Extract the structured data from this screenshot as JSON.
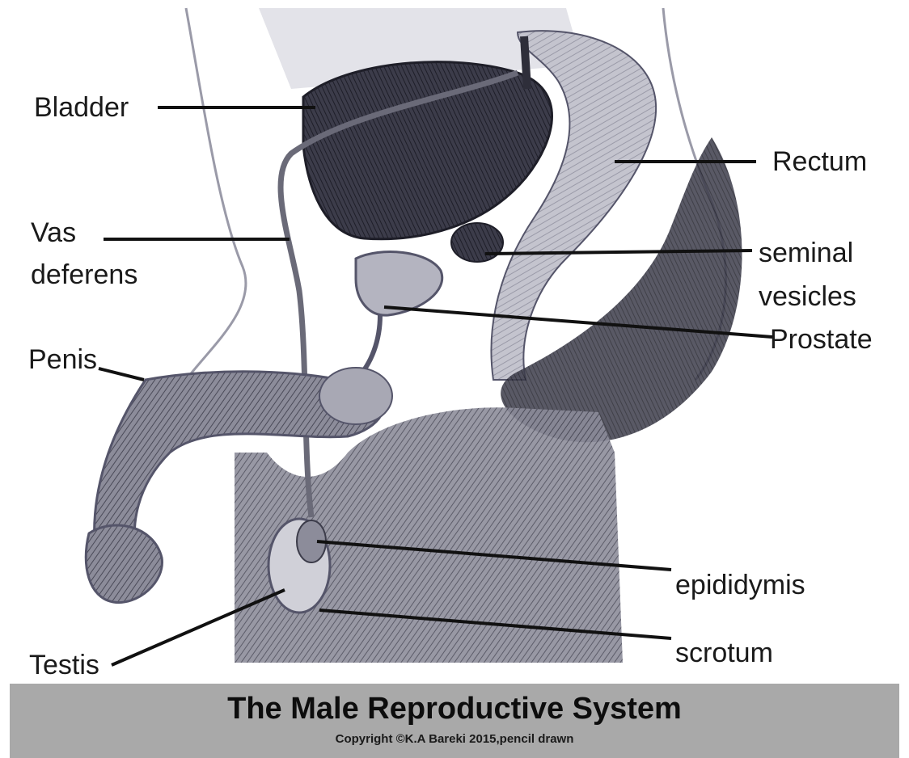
{
  "labels": {
    "bladder": "Bladder",
    "rectum": "Rectum",
    "vas_line1": "Vas",
    "vas_line2": "deferens",
    "seminal_line1": "seminal",
    "seminal_line2": "vesicles",
    "prostate": "Prostate",
    "penis": "Penis",
    "epididymis": "epididymis",
    "testis": "Testis",
    "scrotum": "scrotum"
  },
  "footer": {
    "title": "The Male Reproductive System",
    "copyright": "Copyright ©K.A Bareki 2015,pencil drawn"
  },
  "colors": {
    "pencil_dark": "#2e2e3a",
    "pencil_mid": "#6a6a78",
    "pencil_light": "#b8b8c4",
    "footer_band": "#a9a9a9"
  }
}
